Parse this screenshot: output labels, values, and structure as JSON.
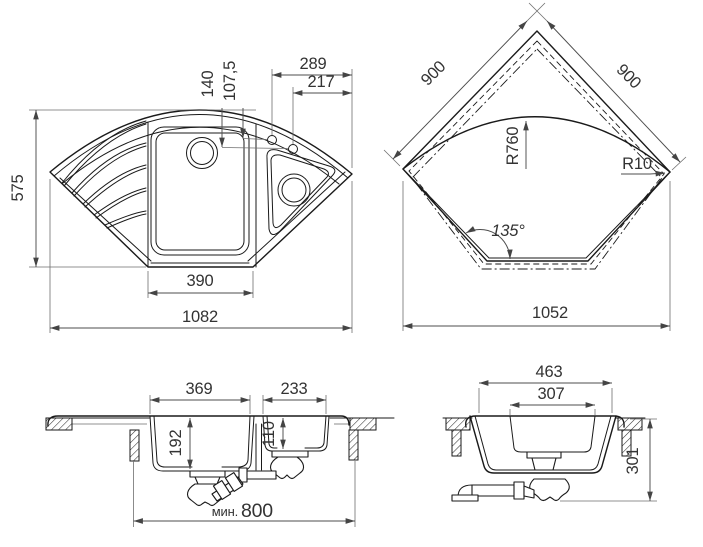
{
  "drawing": {
    "subject": "corner kitchen sink dimension drawing",
    "units": "mm",
    "views": {
      "plan": {
        "name": "plan view",
        "dims": {
          "d575": "575",
          "d140": "140",
          "d107_5": "107,5",
          "d289": "289",
          "d217": "217",
          "d390": "390",
          "d1082": "1082"
        }
      },
      "corner": {
        "name": "corner installation view",
        "dims": {
          "d900_left": "900",
          "d900_right": "900",
          "r760": "R760",
          "r10": "R10",
          "angle": "135°",
          "d1052": "1052"
        }
      },
      "front_section": {
        "name": "front section view",
        "dims": {
          "d369": "369",
          "d233": "233",
          "d192": "192",
          "d110": "110",
          "min_label": "мин.",
          "d800": "800"
        }
      },
      "side_section": {
        "name": "side section view",
        "dims": {
          "d463": "463",
          "d307": "307",
          "d301": "301"
        }
      }
    }
  }
}
